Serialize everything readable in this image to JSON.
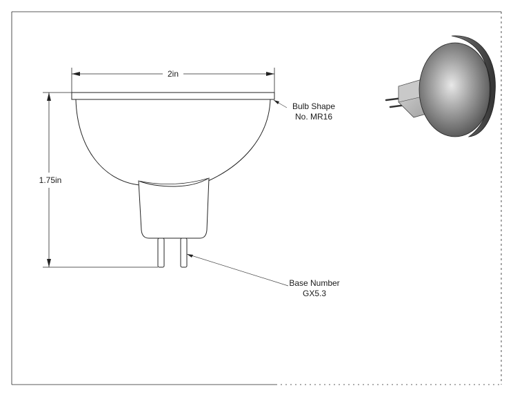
{
  "dimensions": {
    "width_label": "2in",
    "height_label": "1.75in"
  },
  "callouts": {
    "bulb_shape_line1": "Bulb Shape",
    "bulb_shape_line2": "No. MR16",
    "base_number_line1": "Base Number",
    "base_number_line2": "GX5.3"
  },
  "colors": {
    "line": "#222222",
    "render_dark": "#2e2e2e",
    "render_light": "#e6e6e6"
  }
}
